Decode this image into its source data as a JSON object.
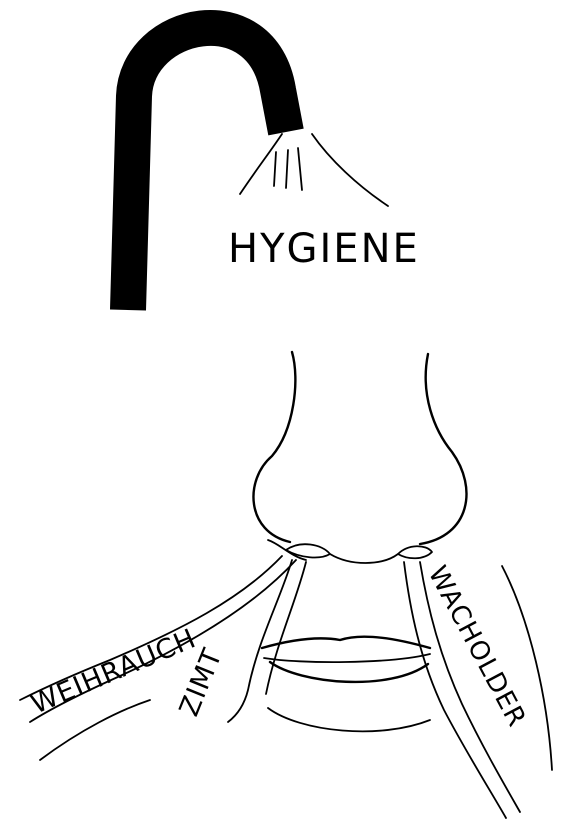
{
  "labels": {
    "hygiene": "HYGIENE",
    "weihrauch": "WEIHRAUCH",
    "zimt": "ZIMT",
    "wacholder": "WACHOLDER"
  },
  "colors": {
    "ink": "#000000",
    "background": "#ffffff"
  },
  "icons": {
    "shower": "shower-hose-icon",
    "nose": "nose-icon",
    "mouth": "mouth-icon"
  }
}
